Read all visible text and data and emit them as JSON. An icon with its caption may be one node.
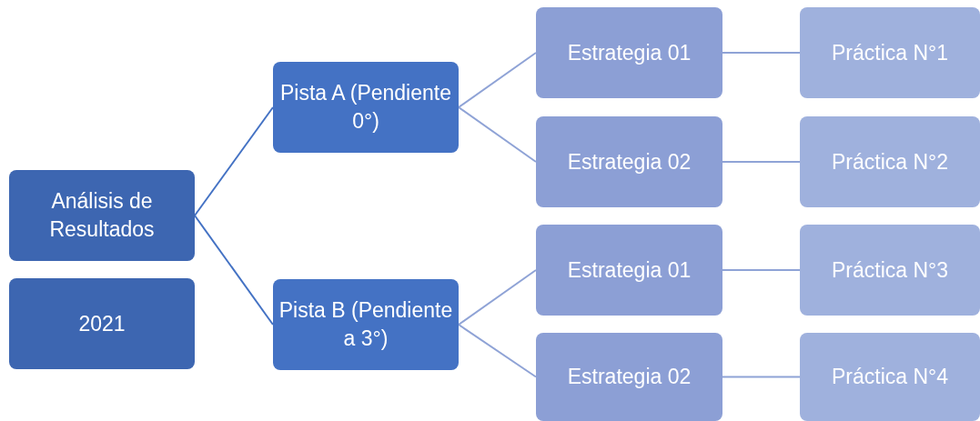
{
  "diagram": {
    "nodes": [
      {
        "text": [
          "Análisis de Resultados"
        ]
      },
      {
        "text": [
          "2021"
        ]
      },
      {
        "text": [
          "Pista A (Pendiente 0°)"
        ]
      },
      {
        "text": [
          "Pista B (Pendiente a 3°)"
        ]
      },
      {
        "text": [
          "Estrategia 01"
        ]
      },
      {
        "text": [
          "Estrategia 02"
        ]
      },
      {
        "text": [
          "Estrategia 01"
        ]
      },
      {
        "text": [
          "Estrategia 02"
        ]
      },
      {
        "text": [
          "Práctica N°1"
        ]
      },
      {
        "text": [
          "Práctica N°2"
        ]
      },
      {
        "text": [
          "Práctica N°3"
        ]
      },
      {
        "text": [
          "Práctica N°4"
        ]
      }
    ],
    "edges": [
      {
        "from": 0,
        "to": 2,
        "arrow": "none",
        "color": "#4472c4"
      },
      {
        "from": 0,
        "to": 3,
        "arrow": "none",
        "color": "#4472c4"
      },
      {
        "from": 2,
        "to": 4,
        "arrow": "none"
      },
      {
        "from": 2,
        "to": 5,
        "arrow": "none"
      },
      {
        "from": 3,
        "to": 6,
        "arrow": "none"
      },
      {
        "from": 3,
        "to": 7,
        "arrow": "none"
      },
      {
        "from": 4,
        "to": 8,
        "arrow": "none"
      },
      {
        "from": 5,
        "to": 9,
        "arrow": "none"
      },
      {
        "from": 6,
        "to": 10,
        "arrow": "none"
      },
      {
        "from": 7,
        "to": 11,
        "arrow": "none"
      }
    ]
  }
}
